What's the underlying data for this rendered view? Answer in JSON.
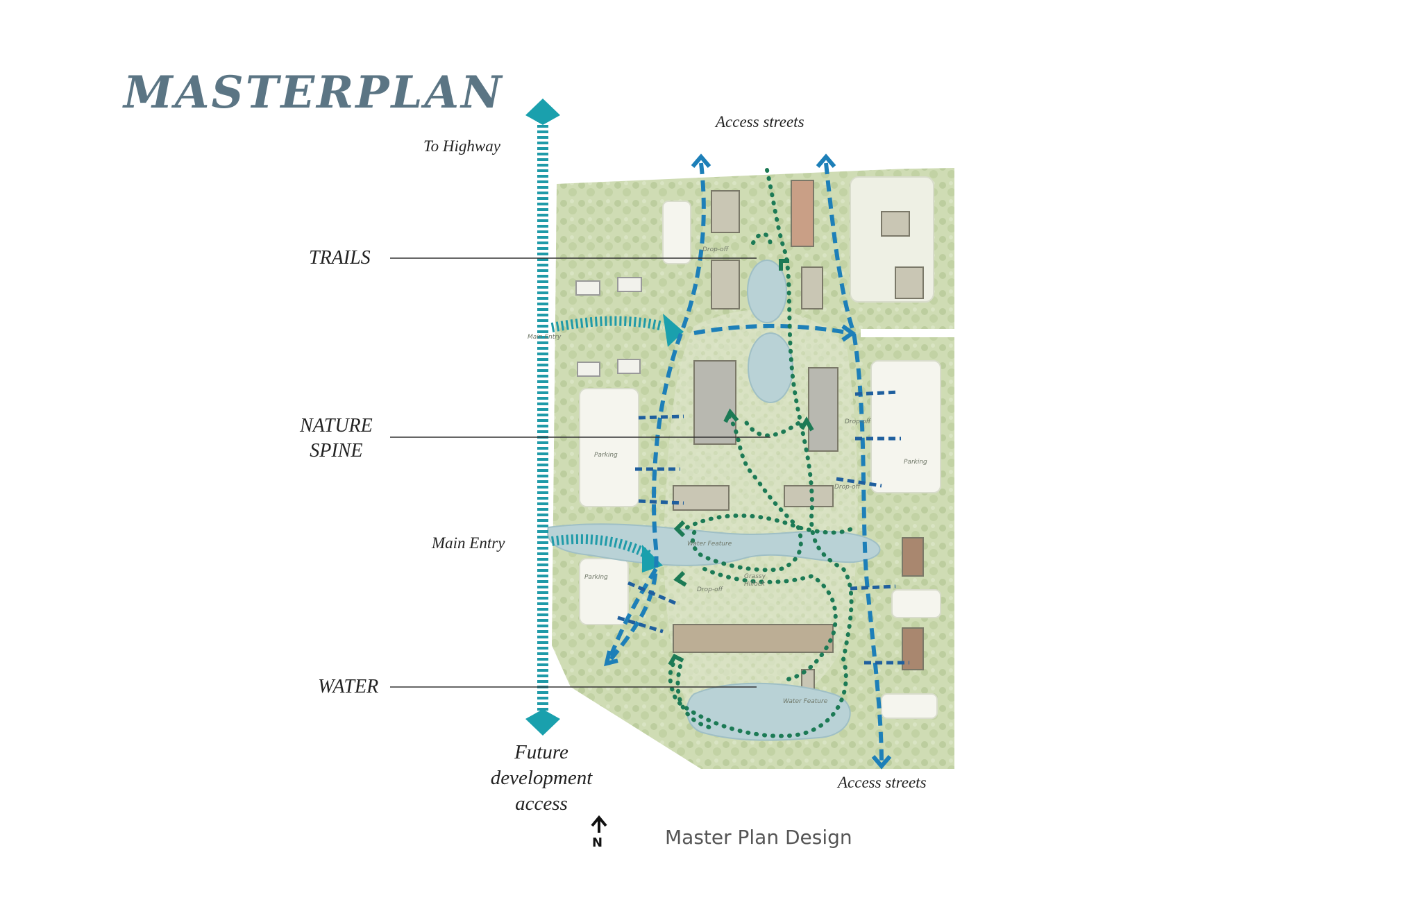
{
  "header": {
    "title": "MASTERPLAN"
  },
  "labels": {
    "to_highway": "To Highway",
    "access_streets_top": "Access streets",
    "access_streets_bottom": "Access streets",
    "trails": "TRAILS",
    "nature_spine_line1": "NATURE",
    "nature_spine_line2": "SPINE",
    "main_entry": "Main Entry",
    "water": "WATER",
    "future_line1": "Future",
    "future_line2": "development",
    "future_line3": "access"
  },
  "map_text": {
    "drop_off_1": "Drop-off",
    "main_entry_small": "Main Entry",
    "parking_left_1": "Parking",
    "parking_right_1": "Parking",
    "parking_left_2": "Parking",
    "drop_off_2": "Drop-off",
    "drop_off_3": "Drop-off",
    "water_feature_1": "Water Feature",
    "grassy_hillock_1": "Grassy",
    "grassy_hillock_2": "Hillock",
    "drop_off_4": "Drop-off",
    "water_feature_2": "Water Feature"
  },
  "footer": {
    "caption": "Master Plan Design",
    "north": "N"
  },
  "legend_colors": {
    "access_streets": "#1d7fb8",
    "trails": "#1c7a55",
    "future_access": "#1f9aa8",
    "entry": "#1aa0ad",
    "water": "#b9d2d6",
    "site_green": "#cfdcb4"
  },
  "icons": [
    "north-arrow-icon"
  ]
}
